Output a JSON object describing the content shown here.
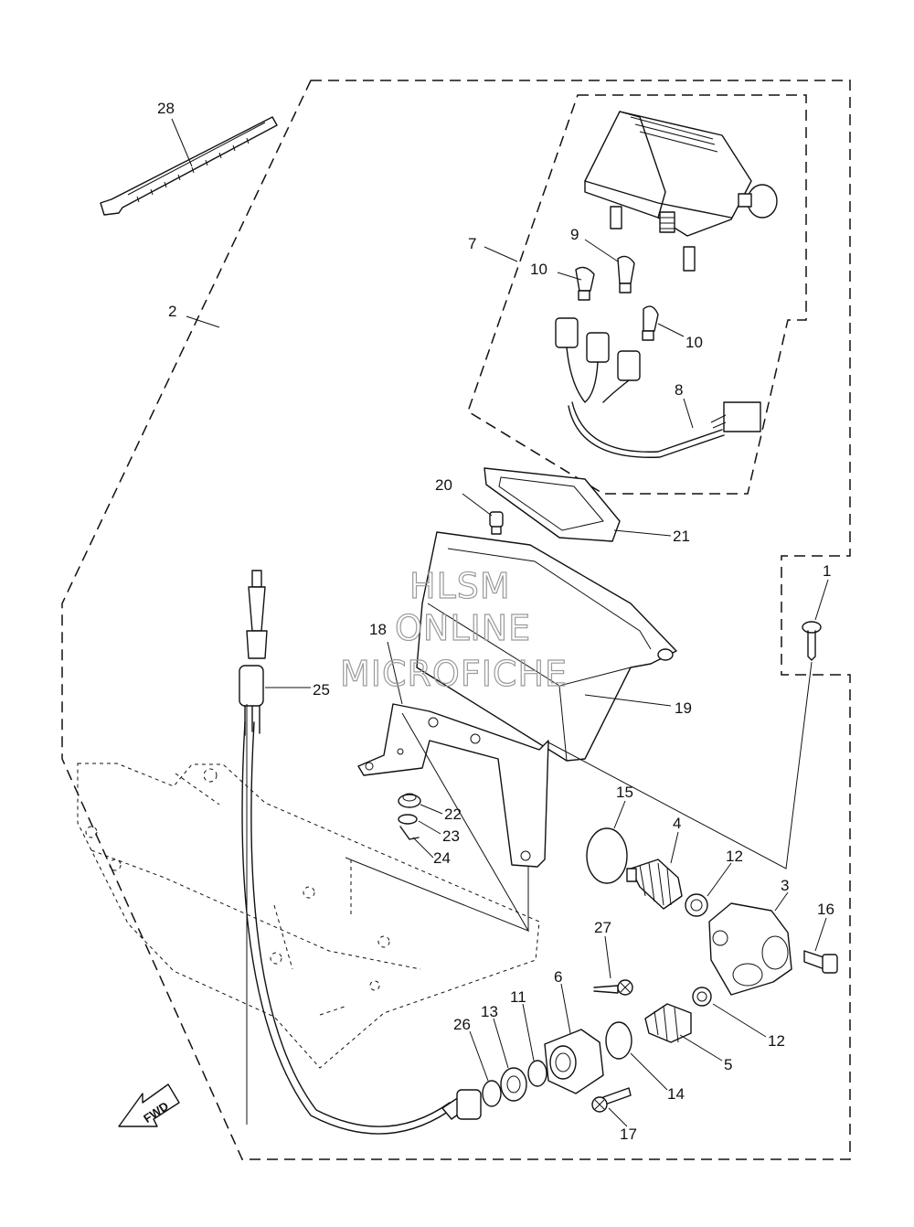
{
  "watermark": [
    "HLSM",
    "ONLINE",
    "MICROFICHE"
  ],
  "direction_label": "FWD",
  "callouts": [
    "28",
    "2",
    "7",
    "9",
    "10",
    "10",
    "8",
    "20",
    "21",
    "1",
    "18",
    "25",
    "19",
    "22",
    "23",
    "24",
    "15",
    "4",
    "12",
    "3",
    "16",
    "27",
    "6",
    "11",
    "13",
    "26",
    "12",
    "5",
    "14",
    "17"
  ]
}
